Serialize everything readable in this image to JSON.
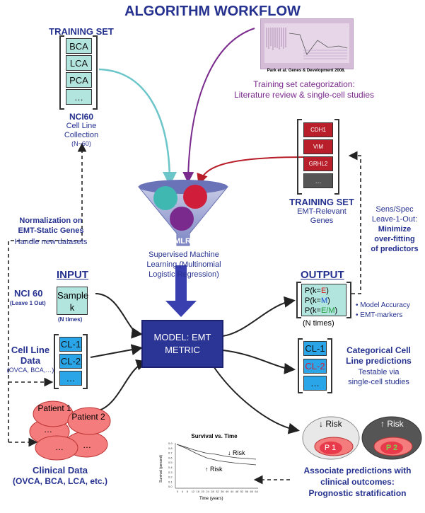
{
  "title": "ALGORITHM WORKFLOW",
  "training_set": {
    "heading": "TRAINING SET",
    "items": [
      "BCA",
      "LCA",
      "PCA",
      "…"
    ],
    "source_title": "NCI60",
    "source_sub1": "Cell Line",
    "source_sub2": "Collection",
    "source_n": "(N~60)"
  },
  "literature": {
    "citation": "Park et al. Genes & Development 2008.",
    "line1": "Training set categorization:",
    "line2": "Literature review & single-cell studies"
  },
  "gene_set": {
    "items": [
      "CDH1",
      "VIM",
      "GRHL2",
      "…"
    ],
    "heading": "TRAINING SET",
    "sub1": "EMT-Relevant",
    "sub2": "Genes"
  },
  "validation": {
    "line1": "Sens/Spec",
    "line2": "Leave-1-Out:",
    "line3": "Minimize",
    "line4": "over-fitting",
    "line5": "of predictors"
  },
  "normalization": {
    "line1": "Normalization on",
    "line2": "EMT-Static Genes",
    "line3": "Handle new datasets"
  },
  "mlr": {
    "label": "MLR",
    "desc1": "Supervised Machine",
    "desc2": "Learning (Multinomial",
    "desc3": "Logistic Regression)"
  },
  "input": {
    "heading": "INPUT",
    "nci_label": "NCI 60",
    "nci_sub": "(Leave 1 Out)",
    "sample_line1": "Sample",
    "sample_line2": "k",
    "ntimes": "(N times)",
    "cell_label1": "Cell Line",
    "cell_label2": "Data",
    "cell_sub": "(OVCA, BCA,…)",
    "cell_items": [
      "CL-1",
      "CL-2",
      "…"
    ],
    "patient1": "Patient 1",
    "patient2": "Patient 2",
    "dots1": "…",
    "dots2": "…",
    "dots3": "…",
    "clinical1": "Clinical Data",
    "clinical2": "(OVCA, BCA, LCA, etc.)"
  },
  "model": {
    "line1": "MODEL: EMT",
    "line2": "METRIC"
  },
  "output": {
    "heading": "OUTPUT",
    "prob_prefix": "P(k=",
    "prob_suffix": ")",
    "prob_e": "E",
    "prob_m": "M",
    "prob_em": "E/M",
    "ntimes": "(N times)",
    "bullet1": "Model Accuracy",
    "bullet2": "EMT-markers",
    "cell_items": [
      "CL-1",
      "CL-2",
      "…"
    ],
    "cat1": "Categorical Cell",
    "cat2": "Line predictions",
    "cat3": "Testable via",
    "cat4": "single-cell studies"
  },
  "risk": {
    "low_label": "↓ Risk",
    "high_label": "↑ Risk",
    "p1": "P 1",
    "p2": "P 2"
  },
  "survival": {
    "title": "Survival vs. Time",
    "xlabel": "Time (years)",
    "ylabel": "Survival (percent)",
    "yticks": [
      "0.9",
      "0.8",
      "0.7",
      "0.6",
      "0.5",
      "0.4",
      "0.3",
      "0.2",
      "0.1",
      "0.0"
    ],
    "xticks": [
      "0",
      "4",
      "8",
      "12",
      "16",
      "20",
      "24",
      "28",
      "32",
      "36",
      "40",
      "44",
      "48",
      "52",
      "56",
      "60",
      "64"
    ],
    "low_label": "↓ Risk",
    "high_label": "↑ Risk"
  },
  "associate": {
    "line1": "Associate predictions with",
    "line2": "clinical outcomes:",
    "line3": "Prognostic stratification"
  },
  "colors": {
    "navy": "#25318f",
    "teal": "#b3e5df",
    "blue": "#2aa5e8",
    "red": "#b81f2a",
    "model": "#2b3596",
    "purple": "#7a2a8c"
  }
}
